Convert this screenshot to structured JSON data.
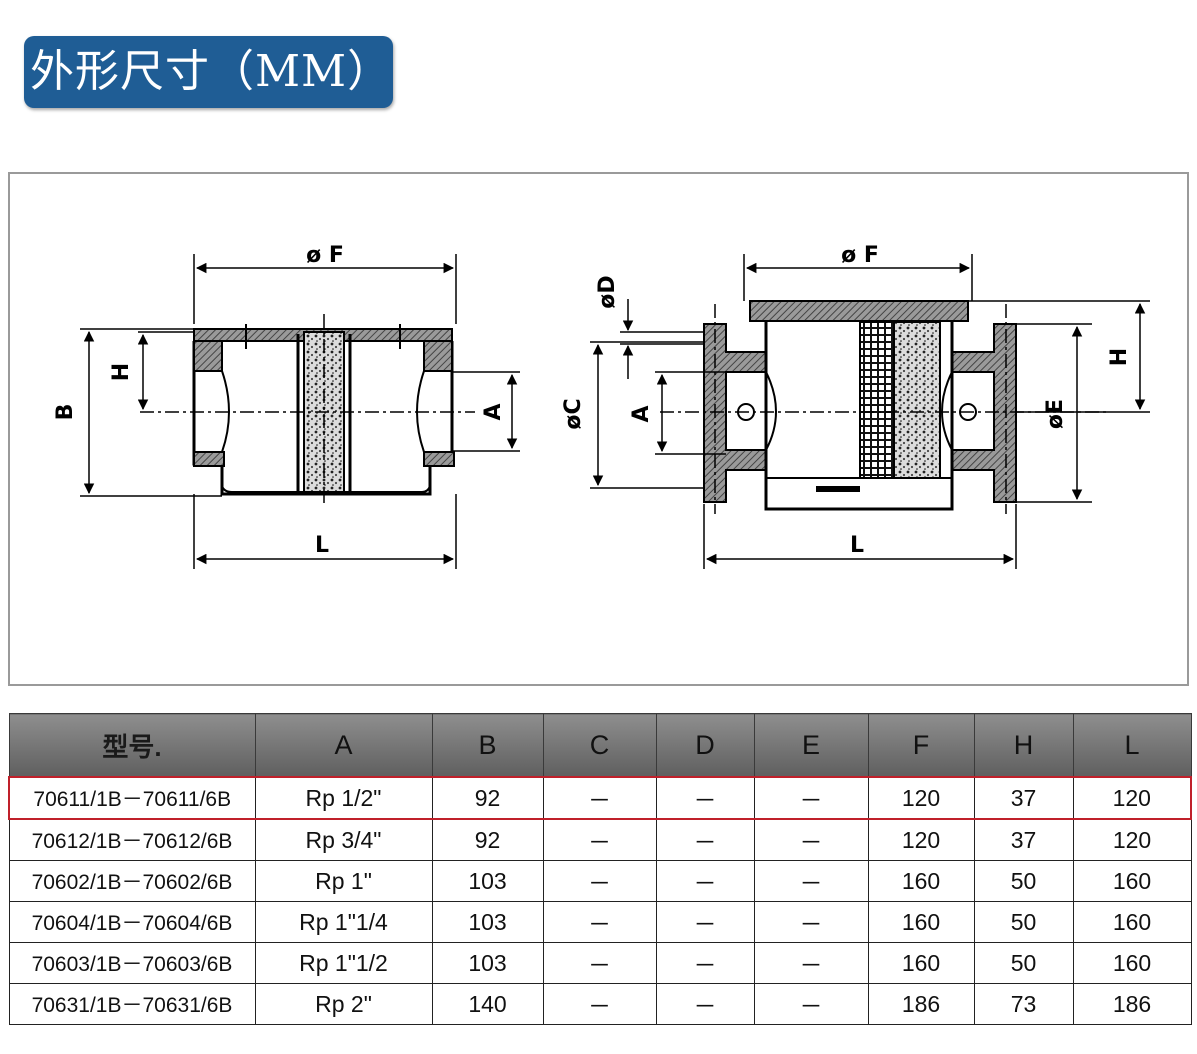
{
  "title": "外形尺寸（MM）",
  "drawing": {
    "left_labels": {
      "f": "ø F",
      "h": "H",
      "b": "B",
      "a": "A",
      "l": "L"
    },
    "right_labels": {
      "f": "ø F",
      "d": "øD",
      "c": "øC",
      "a": "A",
      "h": "H",
      "e": "øE",
      "l": "L"
    }
  },
  "table": {
    "headers": [
      "型号.",
      "A",
      "B",
      "C",
      "D",
      "E",
      "F",
      "H",
      "L"
    ],
    "rows": [
      [
        "70611/1B－70611/6B",
        "Rp 1/2\"",
        "92",
        "－",
        "－",
        "－",
        "120",
        "37",
        "120"
      ],
      [
        "70612/1B－70612/6B",
        "Rp 3/4\"",
        "92",
        "－",
        "－",
        "－",
        "120",
        "37",
        "120"
      ],
      [
        "70602/1B－70602/6B",
        "Rp 1\"",
        "103",
        "－",
        "－",
        "－",
        "160",
        "50",
        "160"
      ],
      [
        "70604/1B－70604/6B",
        "Rp 1\"1/4",
        "103",
        "－",
        "－",
        "－",
        "160",
        "50",
        "160"
      ],
      [
        "70603/1B－70603/6B",
        "Rp 1\"1/2",
        "103",
        "－",
        "－",
        "－",
        "160",
        "50",
        "160"
      ],
      [
        "70631/1B－70631/6B",
        "Rp 2\"",
        "140",
        "－",
        "－",
        "－",
        "186",
        "73",
        "186"
      ]
    ],
    "highlight_row": 0
  }
}
